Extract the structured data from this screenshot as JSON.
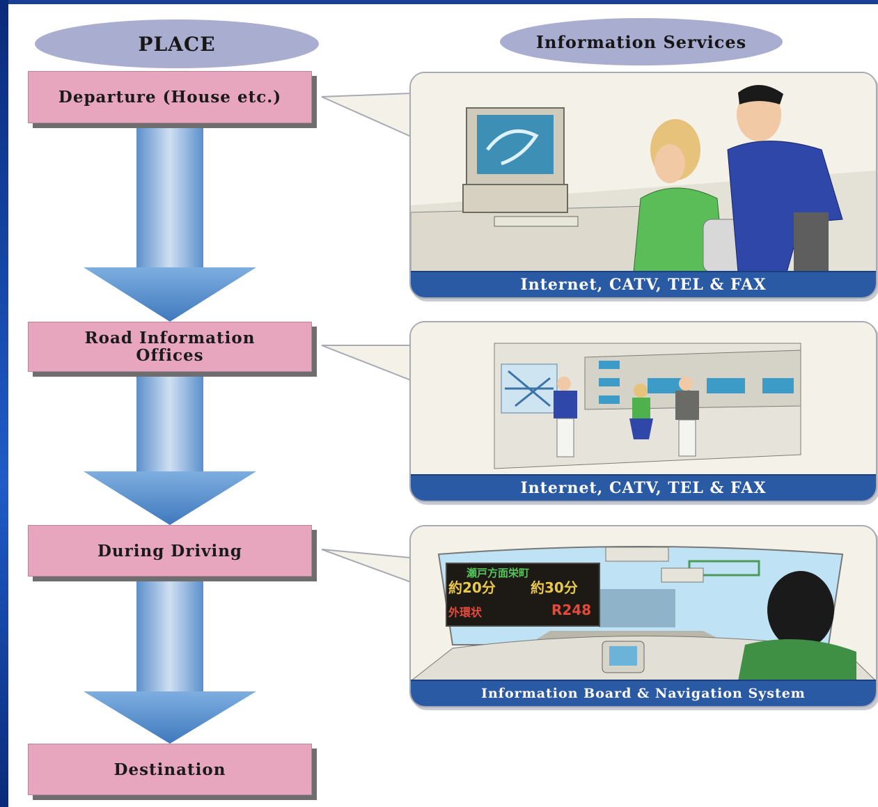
{
  "headers": {
    "place": "PLACE",
    "info": "Information Services"
  },
  "places": [
    "Departure (House etc.)",
    "Road Information Offices",
    "During Driving",
    "Destination"
  ],
  "services": [
    {
      "caption": "Internet, CATV, TEL & FAX",
      "scene_icon": "computer-users-illustration"
    },
    {
      "caption": "Internet, CATV, TEL & FAX",
      "scene_icon": "information-office-illustration"
    },
    {
      "caption": "Information Board & Navigation System",
      "scene_icon": "driver-view-illustration"
    }
  ],
  "sign_board": {
    "line1": "瀬戸方面栄町",
    "left_time": "約20分",
    "right_time": "約30分",
    "left_route": "外環状",
    "right_route": "R248"
  },
  "colors": {
    "place_box": "#e7a6bd",
    "oval": "#a9adcf",
    "caption_bar": "#2a5aa4",
    "arrow": "#6fa3d6",
    "frame": "#1a3f93"
  }
}
